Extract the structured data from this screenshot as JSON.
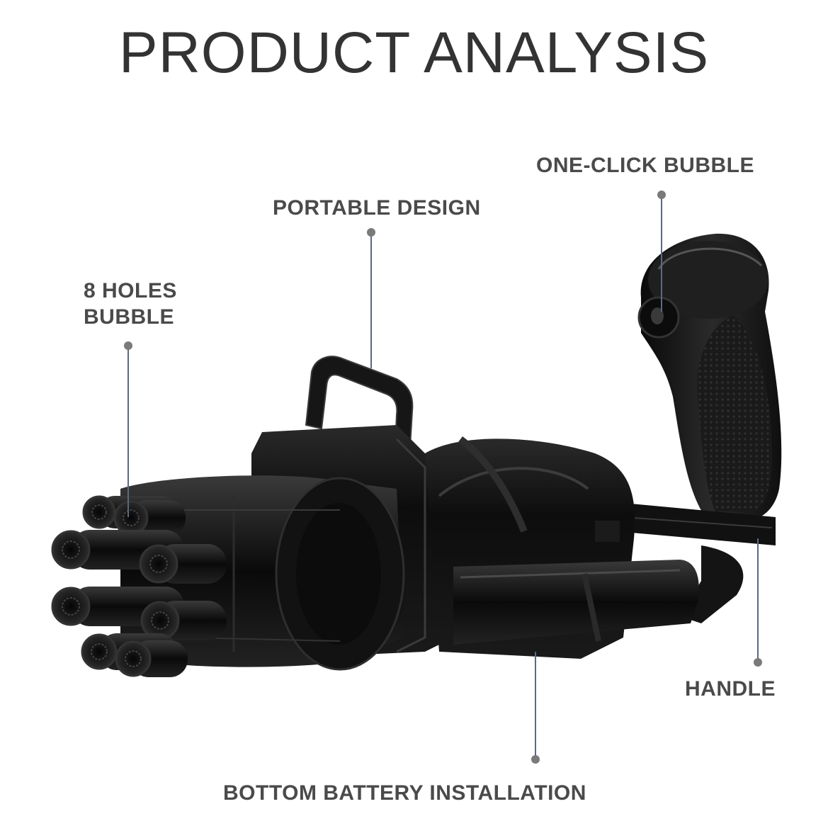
{
  "title": "PRODUCT ANALYSIS",
  "callouts": {
    "holes_line1": "8 HOLES",
    "holes_line2": "BUBBLE",
    "portable": "PORTABLE DESIGN",
    "one_click": "ONE-CLICK BUBBLE",
    "handle": "HANDLE",
    "battery": "BOTTOM BATTERY INSTALLATION"
  },
  "colors": {
    "background": "#ffffff",
    "text": "#4a4a4a",
    "product": "#111111",
    "leader_line": "#5a6a80",
    "leader_dot": "#7a7a7a"
  }
}
